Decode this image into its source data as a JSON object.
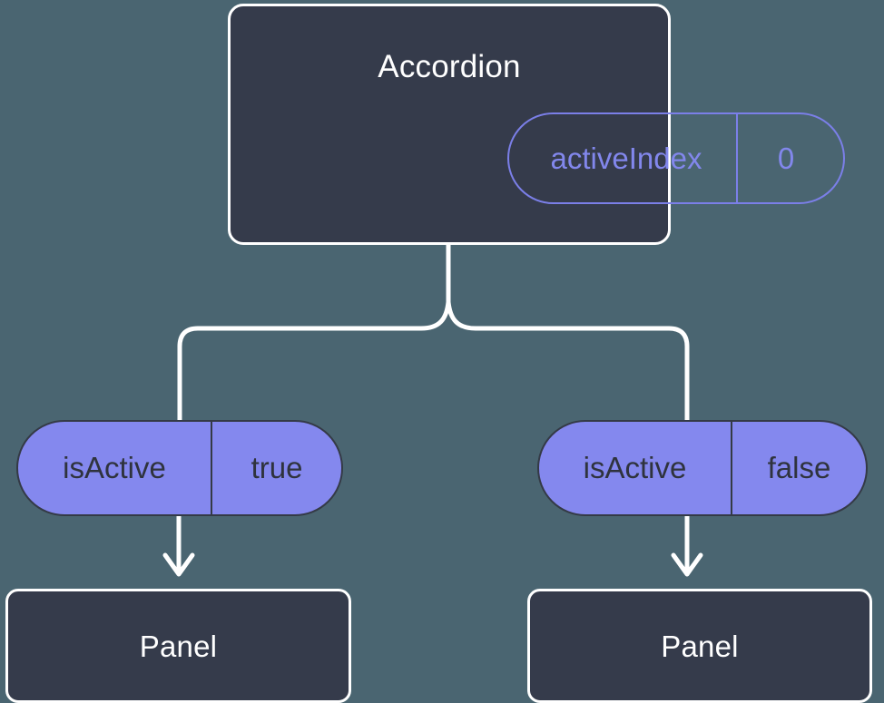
{
  "diagram": {
    "type": "component-state-flow",
    "background_color": "#4a6571",
    "parent": {
      "title": "Accordion",
      "card_color": "#353b4b",
      "border_color": "#ffffff",
      "state": {
        "key": "activeIndex",
        "value": "0",
        "accent_color": "#8287ec"
      }
    },
    "branches": [
      {
        "prop": {
          "key": "isActive",
          "value": "true"
        },
        "child": {
          "title": "Panel"
        },
        "pill_color": "#8488ee"
      },
      {
        "prop": {
          "key": "isActive",
          "value": "false"
        },
        "child": {
          "title": "Panel"
        },
        "pill_color": "#8488ee"
      }
    ]
  }
}
